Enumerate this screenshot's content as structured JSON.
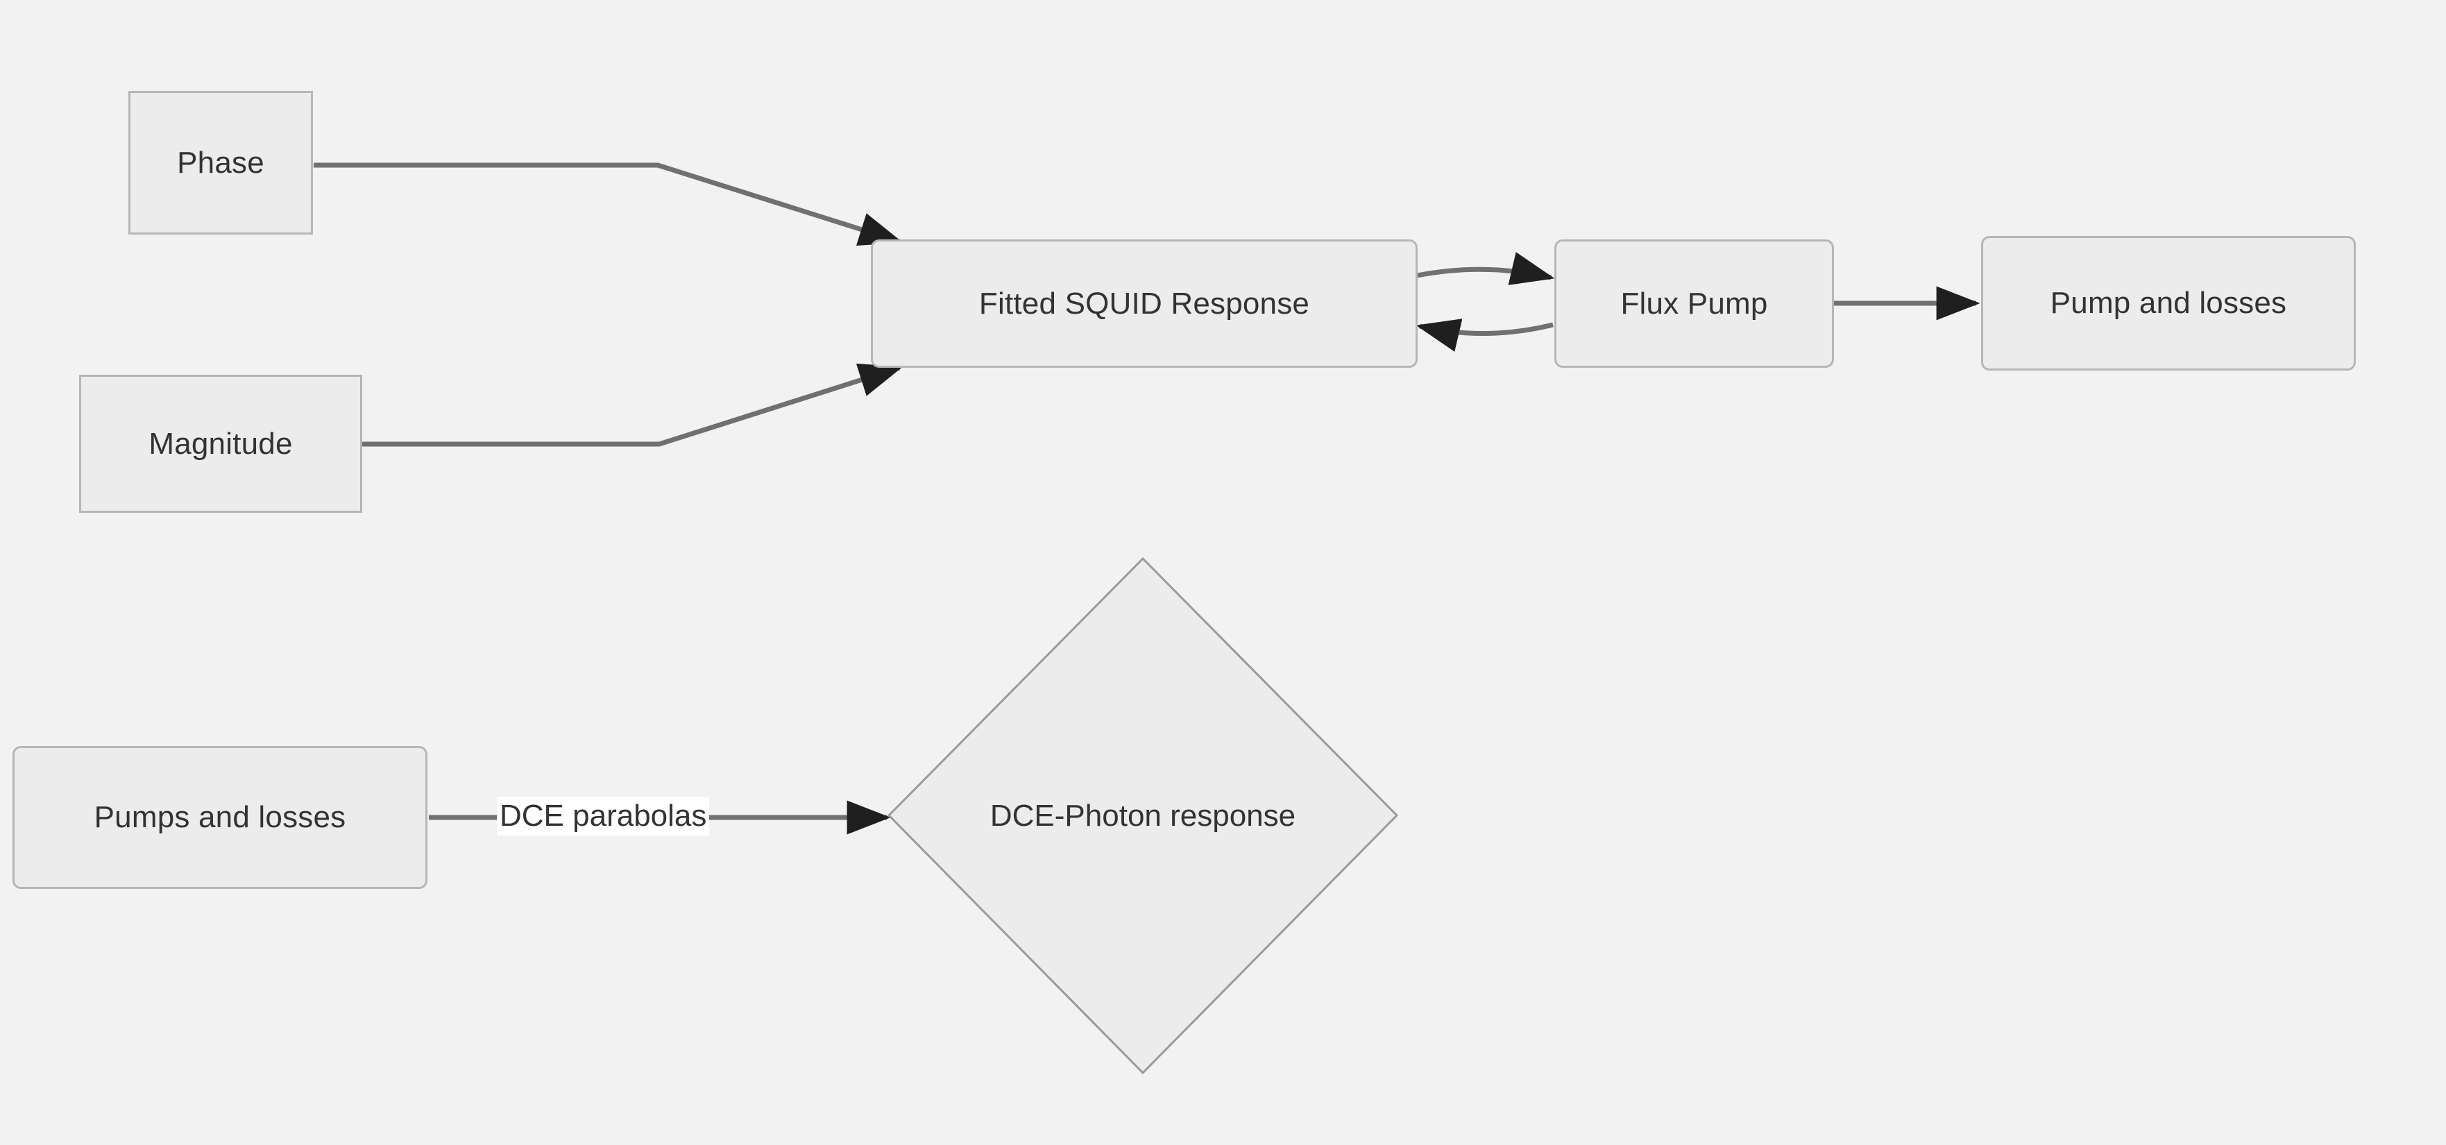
{
  "diagram": {
    "background_color": "#f2f2f2",
    "node_fill": "#ececec",
    "node_stroke": "#b6b6b6",
    "edge_stroke": "#707070",
    "text_color": "#333333",
    "nodes": [
      {
        "id": "phase",
        "label": "Phase",
        "shape": "rect",
        "corners": "sharp"
      },
      {
        "id": "magnitude",
        "label": "Magnitude",
        "shape": "rect",
        "corners": "sharp"
      },
      {
        "id": "squid",
        "label": "Fitted SQUID Response",
        "shape": "rect",
        "corners": "rounded"
      },
      {
        "id": "fluxpump",
        "label": "Flux Pump",
        "shape": "rect",
        "corners": "rounded"
      },
      {
        "id": "pumplosses",
        "label": "Pump and losses",
        "shape": "rect",
        "corners": "rounded"
      },
      {
        "id": "pumpslosses2",
        "label": "Pumps and losses",
        "shape": "rect",
        "corners": "rounded"
      },
      {
        "id": "dcephoton",
        "label": "DCE-Photon response",
        "shape": "diamond",
        "corners": "sharp"
      }
    ],
    "edges": [
      {
        "id": "e1",
        "from": "phase",
        "to": "squid",
        "label": "",
        "arrow": "end"
      },
      {
        "id": "e2",
        "from": "magnitude",
        "to": "squid",
        "label": "",
        "arrow": "end"
      },
      {
        "id": "e3",
        "from": "squid",
        "to": "fluxpump",
        "label": "",
        "arrow": "end"
      },
      {
        "id": "e4",
        "from": "fluxpump",
        "to": "squid",
        "label": "",
        "arrow": "end"
      },
      {
        "id": "e5",
        "from": "fluxpump",
        "to": "pumplosses",
        "label": "",
        "arrow": "end"
      },
      {
        "id": "e6",
        "from": "pumpslosses2",
        "to": "dcephoton",
        "label": "DCE parabolas",
        "arrow": "end"
      }
    ]
  }
}
